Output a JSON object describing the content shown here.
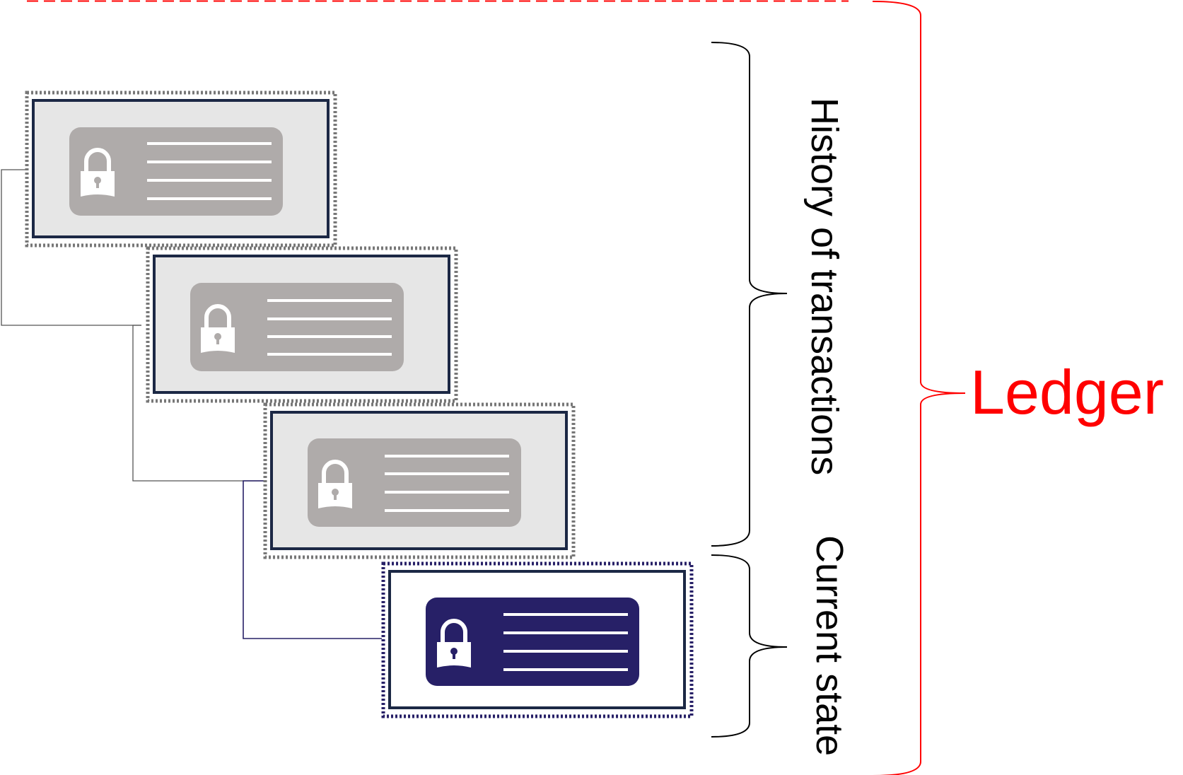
{
  "labels": {
    "history": "History of transactions",
    "current": "Current state",
    "ledger": "Ledger"
  },
  "colors": {
    "ledger_accent": "#ff0000",
    "history_block_fill": "#e6e6e6",
    "history_card_fill": "#afabaa",
    "current_card_fill": "#272067",
    "block_border": "#1c2845",
    "history_dotted_border": "#777777",
    "current_dotted_border": "#272067",
    "connector_history": "#555555",
    "connector_current": "#272067"
  },
  "icons": {
    "lock": "padlock-icon"
  },
  "blocks": [
    {
      "state": "history"
    },
    {
      "state": "history"
    },
    {
      "state": "history"
    },
    {
      "state": "current"
    }
  ]
}
